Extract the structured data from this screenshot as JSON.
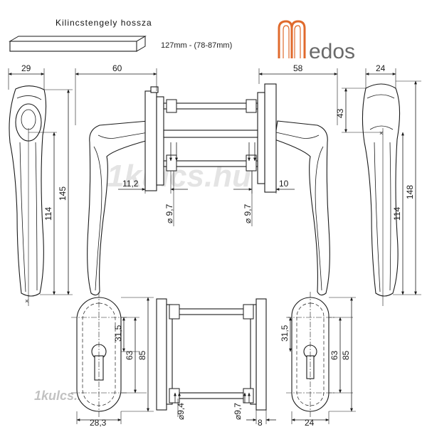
{
  "header": {
    "title": "Kilincstengely hossza",
    "spindle_spec": "127mm - (78-87mm)"
  },
  "brand": {
    "logo_text": "edos",
    "logo_mark": "M",
    "accent_color": "#e06a2c",
    "text_color": "#6a6a6a"
  },
  "watermarks": {
    "main": "1kulcs.hu",
    "corner": "1kulcs.hu"
  },
  "top_dimensions": {
    "side_left_width": "29",
    "handle_left_span": "60",
    "handle_right_span": "58",
    "side_right_width": "24",
    "left_length_total": "145",
    "left_length_grip": "114",
    "right_length_total": "148",
    "right_length_grip": "114",
    "right_rose_offset": "43",
    "left_spindle_offset": "11,2",
    "right_spindle_offset": "10",
    "screw_dia_left": "⌀ 9,7",
    "screw_dia_right": "⌀ 9,7"
  },
  "bottom_dimensions": {
    "rose_left_width": "28,3",
    "rose_left_half": "31,5",
    "rose_left_center": "63",
    "rose_left_height": "85",
    "screw_dia_left": "⌀9,4",
    "screw_dia_right": "⌀9,7",
    "plate_thickness": "8",
    "rose_right_width": "24",
    "rose_right_half": "31,5",
    "rose_right_center": "63",
    "rose_right_height": "85"
  }
}
